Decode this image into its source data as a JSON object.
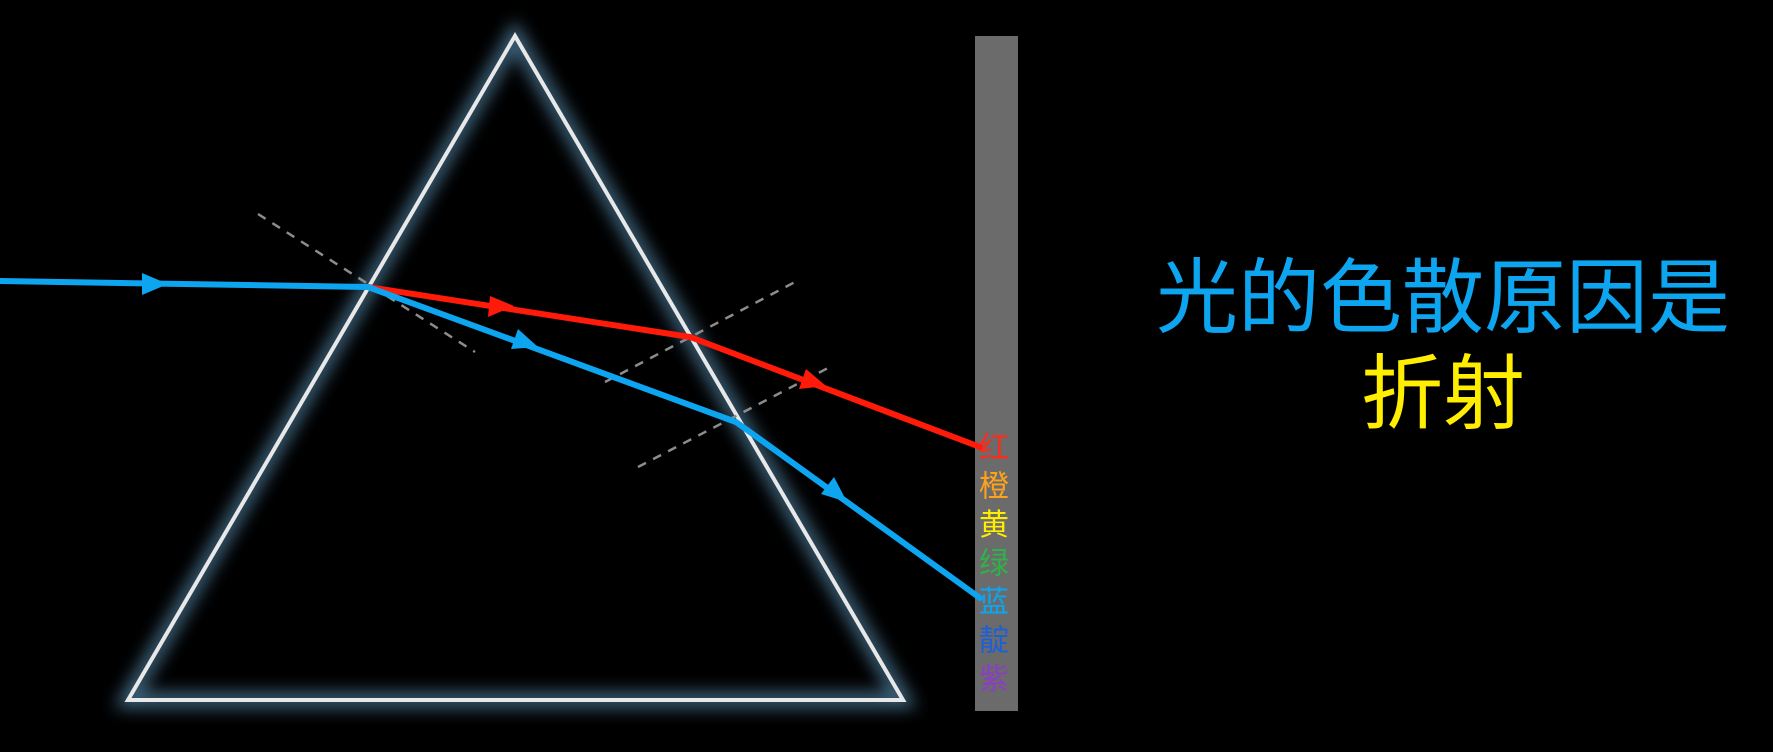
{
  "caption": {
    "line1": "光的色散原因是",
    "line2": "折射",
    "line1_color": "#0ea5f0",
    "line2_color": "#ffee00"
  },
  "spectrum": [
    {
      "label": "红",
      "color": "#ff2a1a"
    },
    {
      "label": "橙",
      "color": "#ffa31a"
    },
    {
      "label": "黄",
      "color": "#ffee00"
    },
    {
      "label": "绿",
      "color": "#2fb24a"
    },
    {
      "label": "蓝",
      "color": "#0ea5f0"
    },
    {
      "label": "靛",
      "color": "#1f5fd6"
    },
    {
      "label": "紫",
      "color": "#8a3fc2"
    }
  ],
  "colors": {
    "background": "#000000",
    "prism_edge": "#e8e8e8",
    "prism_glow": "#6fb3e0",
    "screen": "#6b6b6b",
    "red_ray": "#ff1a0a",
    "blue_ray": "#0ea5f0",
    "normal_line": "#8c8c8c"
  }
}
